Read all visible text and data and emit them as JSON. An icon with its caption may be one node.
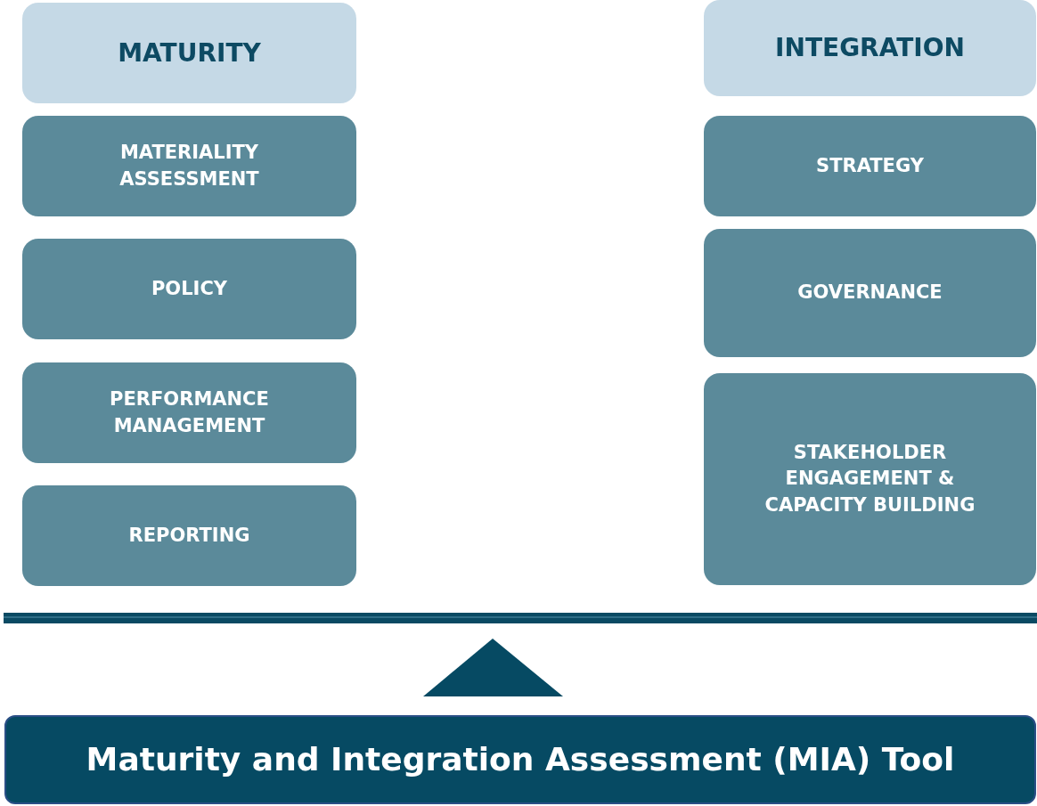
{
  "diagram": {
    "nodes": [
      {
        "text": [
          "MATURITY"
        ]
      },
      {
        "text": [
          "MATERIALITY ASSESSMENT"
        ]
      },
      {
        "text": [
          "POLICY"
        ]
      },
      {
        "text": [
          "PERFORMANCE MANAGEMENT"
        ]
      },
      {
        "text": [
          "REPORTING"
        ]
      },
      {
        "text": [
          "INTEGRATION"
        ]
      },
      {
        "text": [
          "STRATEGY"
        ]
      },
      {
        "text": [
          "GOVERNANCE"
        ]
      },
      {
        "text": [
          "STAKEHOLDER ENGAGEMENT & CAPACITY BUILDING"
        ]
      },
      {
        "text": [
          "Maturity and Integration Assessment (MIA) Tool"
        ]
      }
    ]
  }
}
